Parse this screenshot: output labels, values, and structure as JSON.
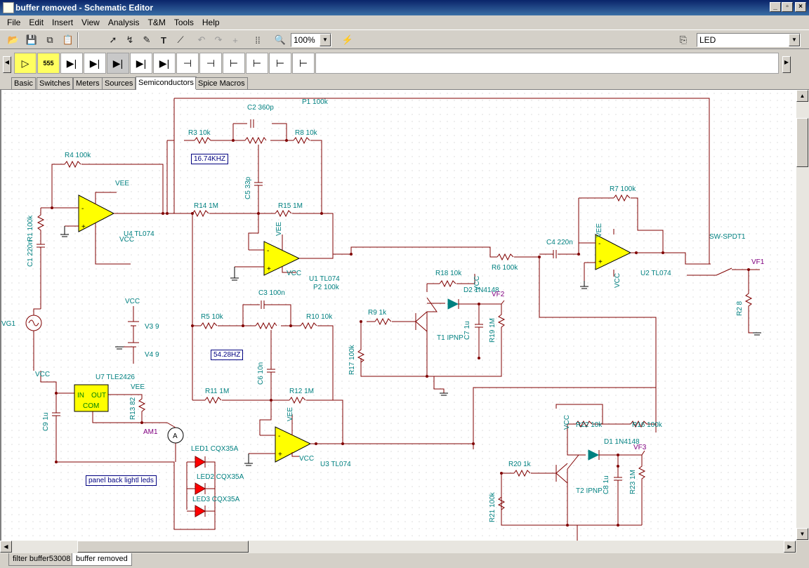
{
  "window": {
    "title": "buffer removed - Schematic Editor",
    "buttons": [
      "_",
      "▫",
      "×"
    ]
  },
  "menu": [
    "File",
    "Edit",
    "Insert",
    "View",
    "Analysis",
    "T&M",
    "Tools",
    "Help"
  ],
  "toolbar": {
    "zoom": "100%",
    "component_select": "LED"
  },
  "palette_tabs": [
    "Basic",
    "Switches",
    "Meters",
    "Sources",
    "Semiconductors",
    "Spice Macros"
  ],
  "active_palette_tab": "Semiconductors",
  "palette_items": [
    "555"
  ],
  "document_tabs": [
    "filter buffer53008",
    "buffer removed"
  ],
  "active_document_tab": "buffer removed",
  "schematic": {
    "notes": [
      "16.74KHZ",
      "54.28HZ",
      "panel back lightl leds"
    ],
    "labels": {
      "p1": "P1 100k",
      "c2": "C2 360p",
      "r3": "R3 10k",
      "r8": "R8 10k",
      "r4": "R4 100k",
      "c5": "C5 33p",
      "vee1": "VEE",
      "r14": "R14 1M",
      "r15": "R15 1M",
      "r1": "R1 100k",
      "c1": "C1 220n",
      "u4": "U4 TL074",
      "vcc1": "VCC",
      "vee2": "VEE",
      "u1": "U1 TL074",
      "p2": "P2 100k",
      "vcc2": "VCC",
      "r7": "R7 100k",
      "vee3": "VEE",
      "c4": "C4 220n",
      "u2": "U2 TL074",
      "vcc3": "VCC",
      "sw": "SW-SPDT1",
      "vf1": "VF1",
      "r2": "R2 8",
      "r6": "R6 100k",
      "r18": "R18 10k",
      "vcc4": "VCC",
      "d2": "D2 1N4148",
      "vf2": "VF2",
      "c3": "C3 100n",
      "r9": "R9 1k",
      "t1": "T1 IPNP",
      "c7": "C7 1u",
      "r19": "R19 1M",
      "r17": "R17 100k",
      "vg1": "VG1",
      "vcc5": "VCC",
      "v3": "V3 9",
      "v4": "V4 9",
      "r5": "R5 10k",
      "r10": "R10 10k",
      "c6": "C6 10n",
      "vcc6": "VCC",
      "u7": "U7 TLE2426",
      "u7_in": "IN",
      "u7_out": "OUT",
      "u7_com": "COM",
      "vee4": "VEE",
      "r11": "R11 1M",
      "r12": "R12 1M",
      "vee5": "VEE",
      "c9": "C9 1u",
      "r13": "R13 82",
      "am1": "AM1",
      "ammeter": "A",
      "led1": "LED1 CQX35A",
      "led2": "LED2 CQX35A",
      "led3": "LED3 CQX35A",
      "u3": "U3 TL074",
      "vcc7": "VCC",
      "vcc8": "VCC",
      "r22": "R22 10k",
      "r16": "R16 100k",
      "d1": "D1 1N4148",
      "vf3": "VF3",
      "r20": "R20 1k",
      "t2": "T2 IPNP",
      "c8": "C8 1u",
      "r23": "R23 1M",
      "r21": "R21 100k"
    }
  },
  "colors": {
    "opamp_fill": "#ffff00",
    "wire": "#800000",
    "label": "#008080",
    "probe": "#800080",
    "led": "#ff0000",
    "diode": "#008080",
    "titlebar": "#0a246a"
  }
}
